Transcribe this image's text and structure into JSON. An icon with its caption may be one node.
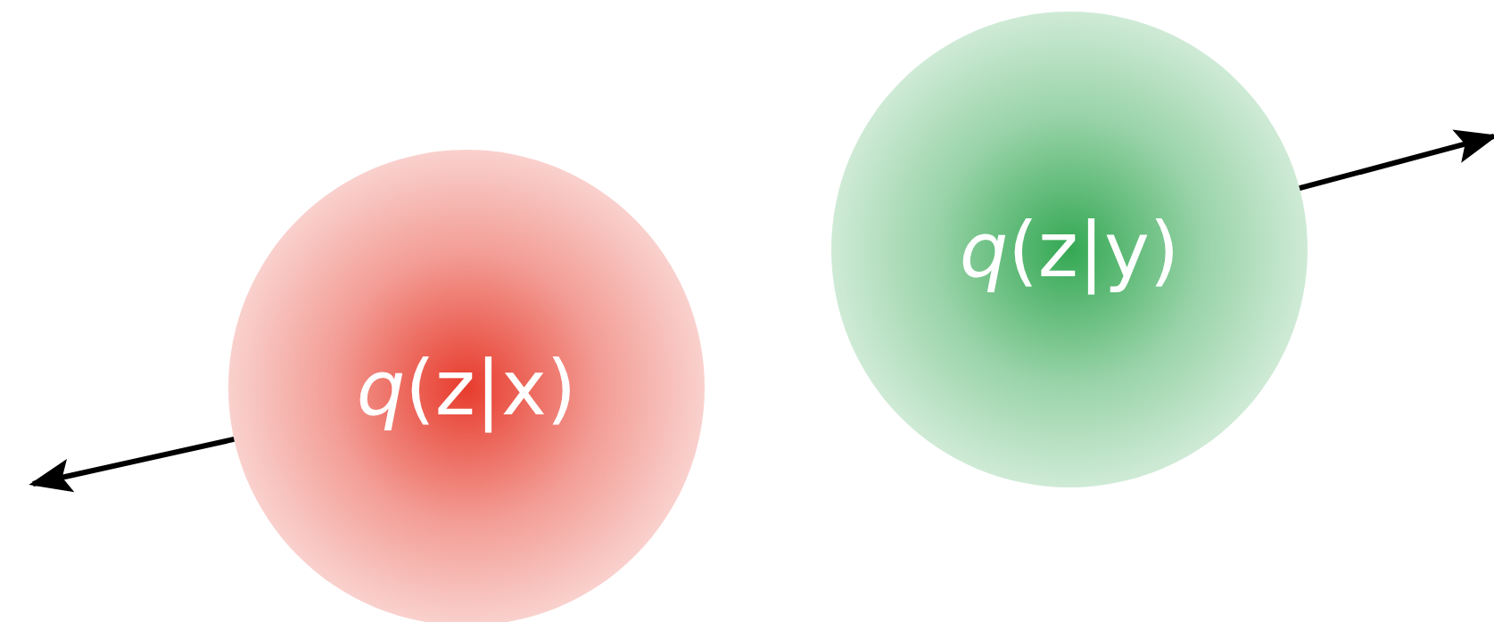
{
  "diagram": {
    "nodes": [
      {
        "text": [
          "*q*(z|x)"
        ]
      },
      {
        "text": [
          "*q*(z|y)"
        ]
      }
    ],
    "edges": [
      {
        "from": 0,
        "to": null,
        "arrow": "to"
      },
      {
        "from": 1,
        "to": null,
        "arrow": "to"
      }
    ]
  }
}
